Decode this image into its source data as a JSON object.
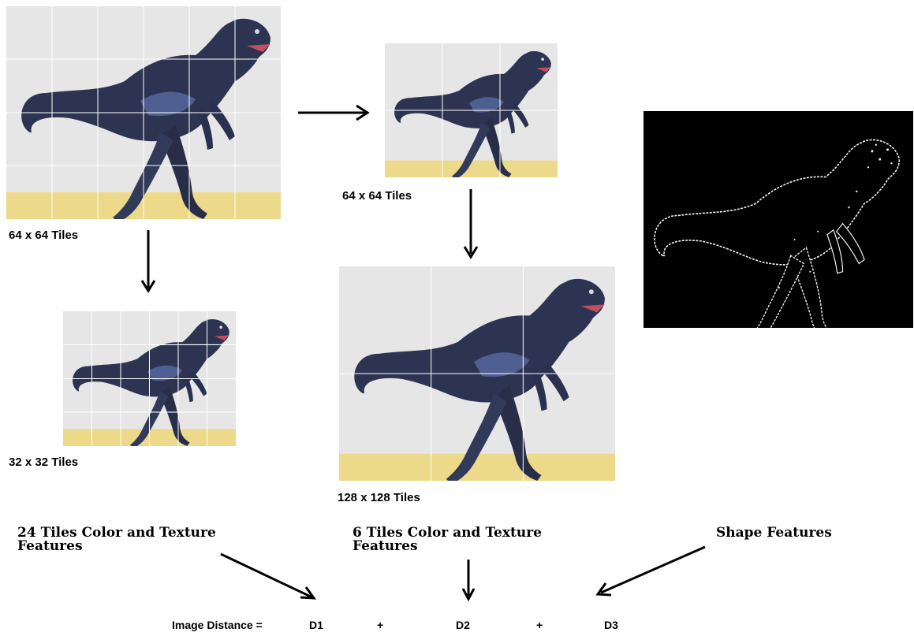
{
  "panels": {
    "original": {
      "caption": "64 x 64 Tiles"
    },
    "top_middle": {
      "caption": "64 x 64 Tiles"
    },
    "small": {
      "caption": "32 x 32 Tiles"
    },
    "large": {
      "caption": "128 x 128 Tiles"
    }
  },
  "feature_labels": {
    "left_line1": "24 Tiles Color and Texture",
    "left_line2": "Features",
    "middle_line1": "6 Tiles Color and Texture",
    "middle_line2": "Features",
    "right": "Shape Features"
  },
  "formula": {
    "label": "Image Distance =",
    "d1": "D1",
    "plus1": "+",
    "d2": "D2",
    "plus2": "+",
    "d3": "D3"
  },
  "colors": {
    "background": "#ffffff",
    "tile_bg": "#e6e6e6",
    "ground": "#ecd98a",
    "dinosaur": "#2c3350",
    "edge_bg": "#000000",
    "edge_line": "#f2f2f2"
  }
}
